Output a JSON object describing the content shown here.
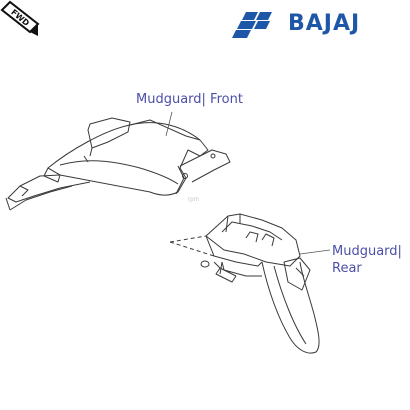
{
  "brand": {
    "name": "BAJAJ",
    "color": "#1f57a8",
    "icon": "bajaj-hexagon-logo-icon"
  },
  "badge": {
    "text": "FWD",
    "icon": "forward-arrow-icon"
  },
  "labels": {
    "front": "Mudguard| Front",
    "rear_line1": "Mudguard|",
    "rear_line2": "Rear"
  },
  "watermark": "rpm",
  "colors": {
    "label": "#4b4fa8",
    "line": "#3a3a3a",
    "watermark": "#b9c6d3"
  }
}
